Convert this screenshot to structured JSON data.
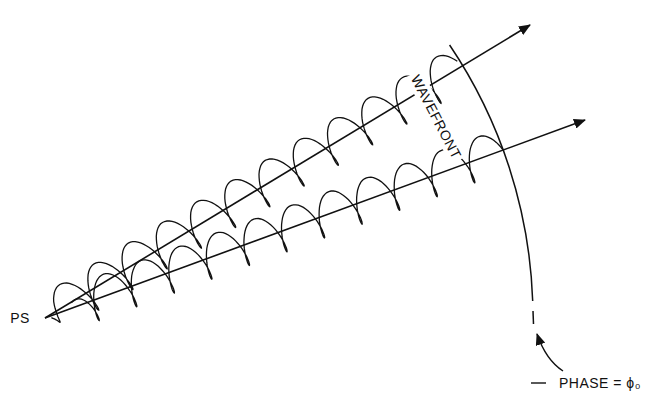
{
  "diagram": {
    "labels": [
      "PS",
      "WAVEFRONT",
      "PHASE = ϕ₀"
    ]
  }
}
